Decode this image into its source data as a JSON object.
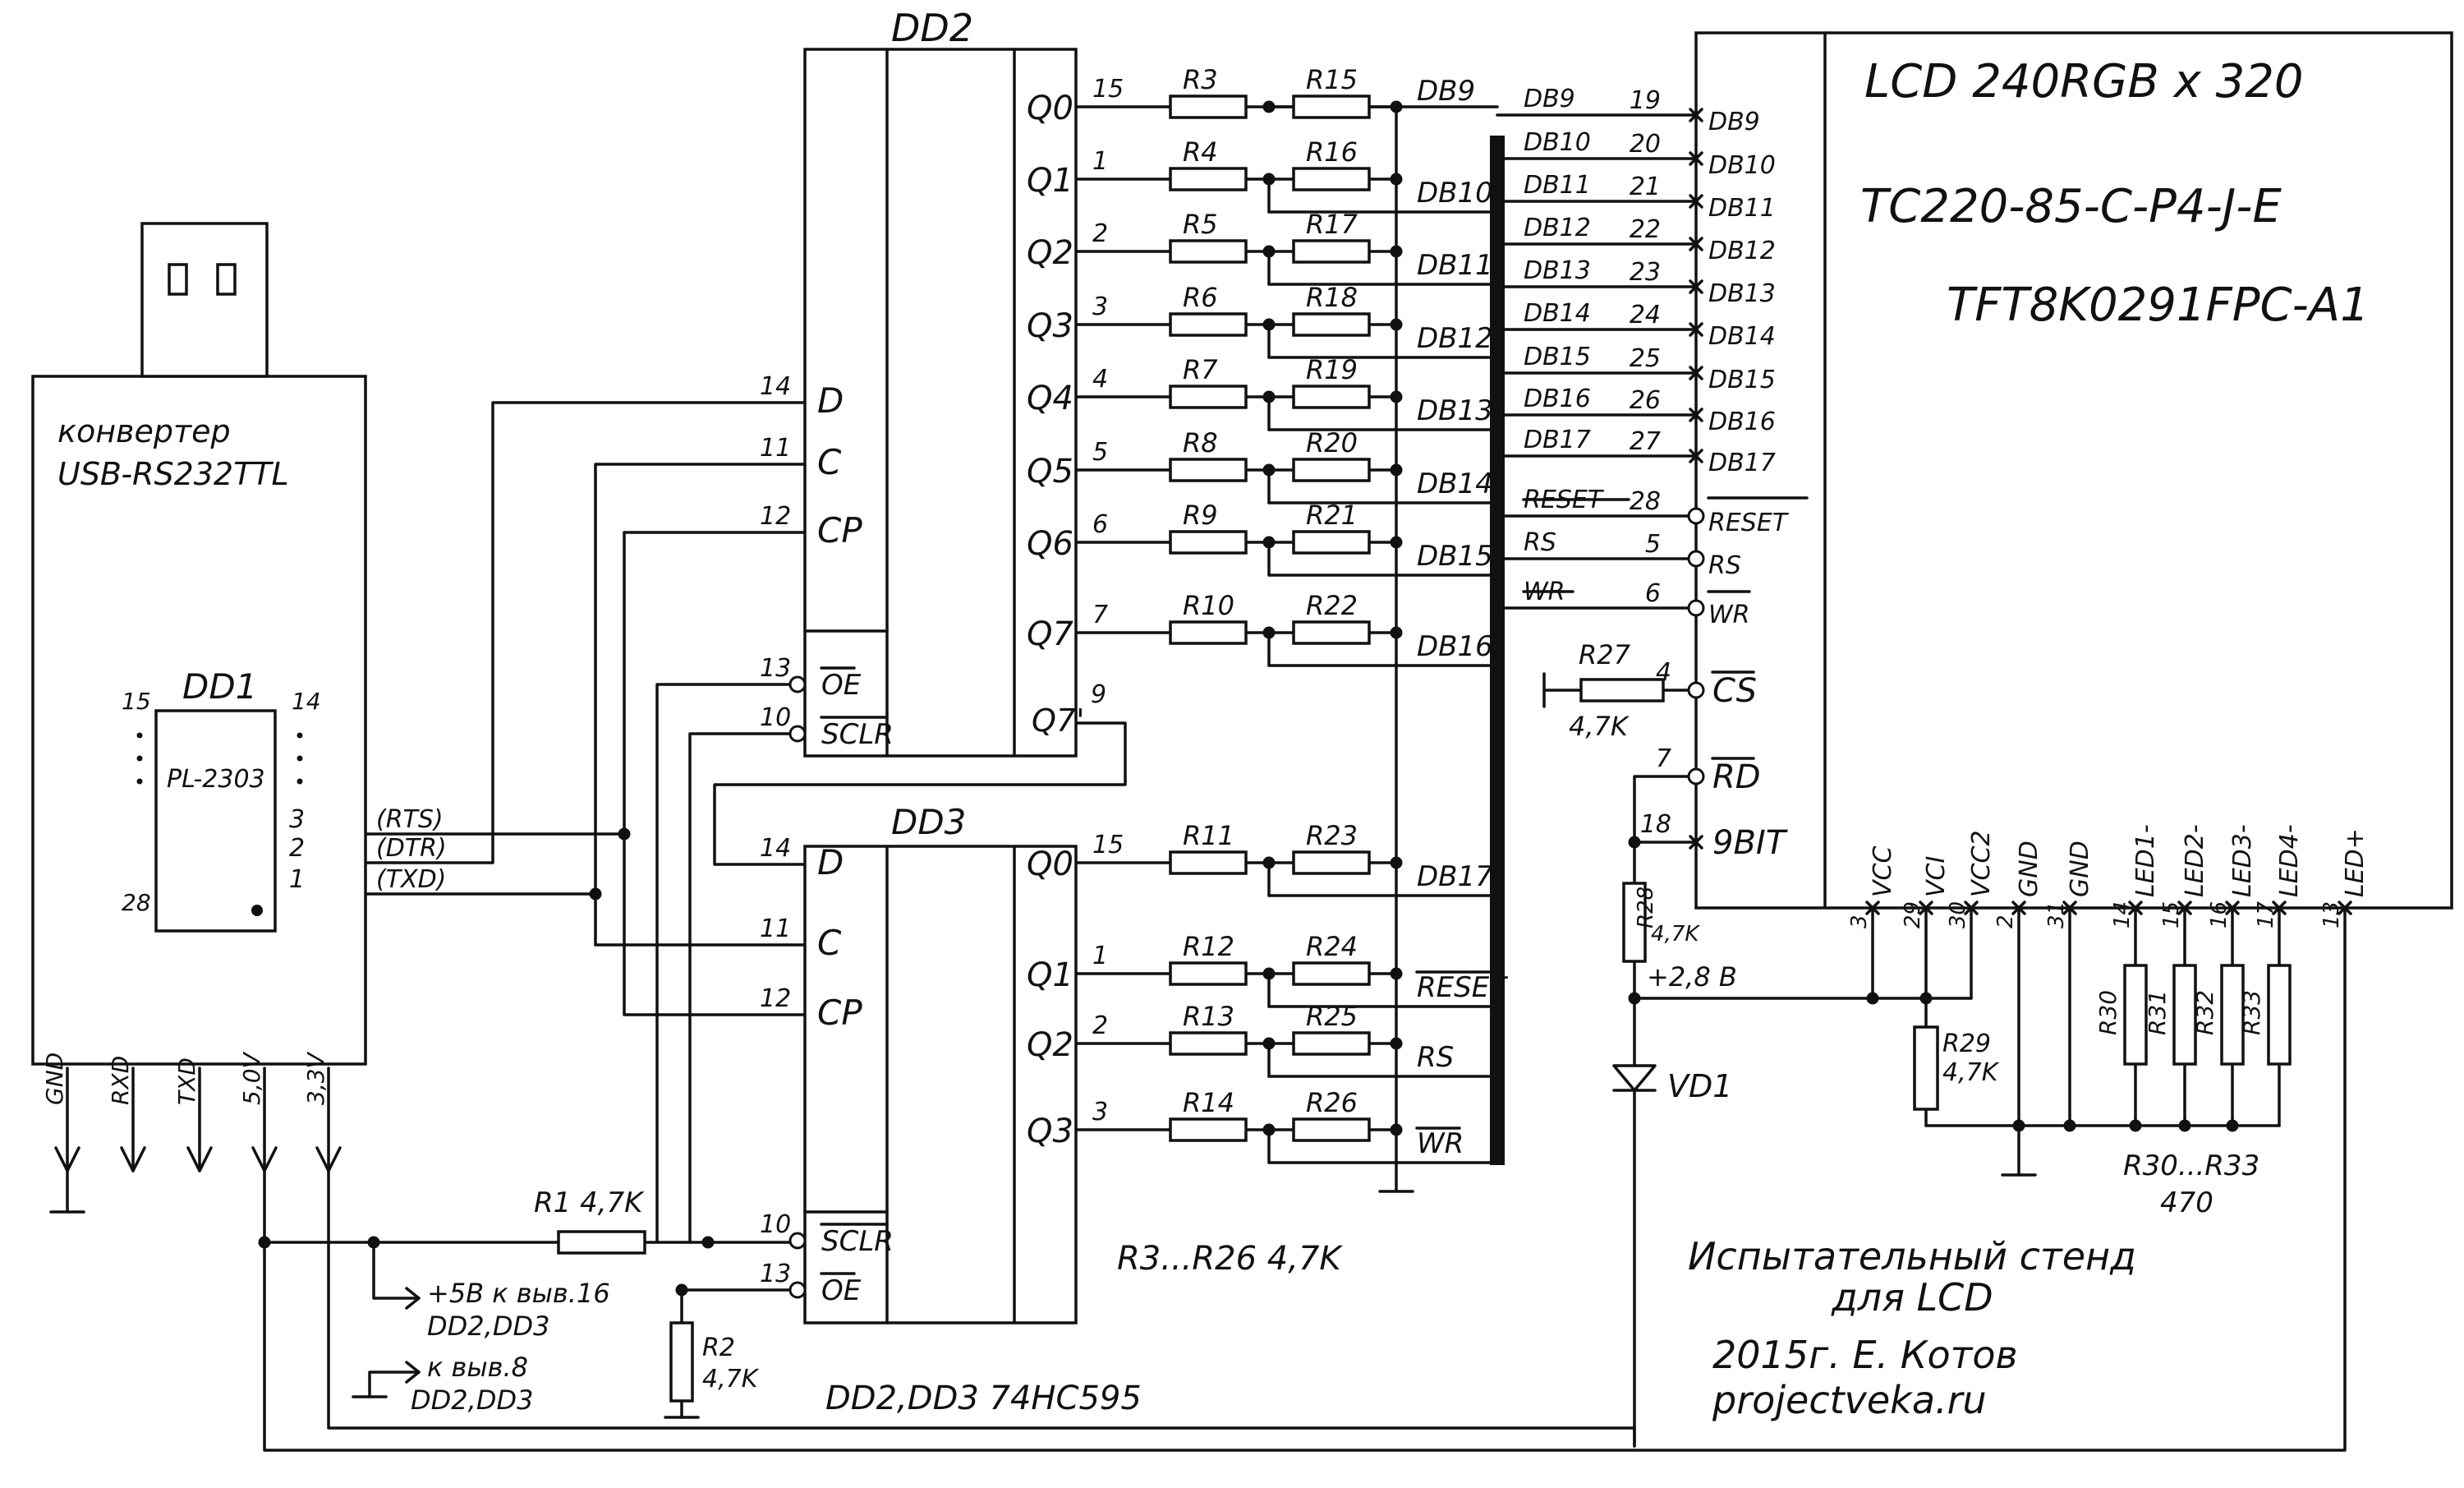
{
  "chips": {
    "dd1": {
      "name": "DD1",
      "part": "PL-2303",
      "pin_tl": "15",
      "pin_tr": "14",
      "pin_bl": "28",
      "pins": [
        {
          "num": "3",
          "sig": "(RTS)"
        },
        {
          "num": "2",
          "sig": "(DTR)"
        },
        {
          "num": "1",
          "sig": "(TXD)"
        }
      ]
    },
    "dd2": {
      "name": "DD2"
    },
    "dd3": {
      "name": "DD3"
    },
    "shift_in_pins": [
      {
        "num": "14",
        "label": "D"
      },
      {
        "num": "11",
        "label": "C"
      },
      {
        "num": "12",
        "label": "CP"
      }
    ],
    "dd2_ctrl_pins": [
      {
        "num": "13",
        "label": "OE"
      },
      {
        "num": "10",
        "label": "SCLR"
      }
    ],
    "dd3_ctrl_pins": [
      {
        "num": "10",
        "label": "SCLR"
      },
      {
        "num": "13",
        "label": "OE"
      }
    ],
    "dd2_q7s": {
      "num": "9",
      "label": "Q7'"
    }
  },
  "converter": {
    "title_line1": "конвертер",
    "title_line2": "USB-RS232TTL",
    "pins": [
      "GND",
      "RXD",
      "TXD",
      "5,0V",
      "3,3V"
    ]
  },
  "dd2_outputs": [
    {
      "q": "Q0",
      "pin": "15",
      "r1": "R3",
      "r2": "R15",
      "net": "DB9"
    },
    {
      "q": "Q1",
      "pin": "1",
      "r1": "R4",
      "r2": "R16",
      "net": "DB10"
    },
    {
      "q": "Q2",
      "pin": "2",
      "r1": "R5",
      "r2": "R17",
      "net": "DB11"
    },
    {
      "q": "Q3",
      "pin": "3",
      "r1": "R6",
      "r2": "R18",
      "net": "DB12"
    },
    {
      "q": "Q4",
      "pin": "4",
      "r1": "R7",
      "r2": "R19",
      "net": "DB13"
    },
    {
      "q": "Q5",
      "pin": "5",
      "r1": "R8",
      "r2": "R20",
      "net": "DB14"
    },
    {
      "q": "Q6",
      "pin": "6",
      "r1": "R9",
      "r2": "R21",
      "net": "DB15"
    },
    {
      "q": "Q7",
      "pin": "7",
      "r1": "R10",
      "r2": "R22",
      "net": "DB16"
    }
  ],
  "dd3_outputs": [
    {
      "q": "Q0",
      "pin": "15",
      "r1": "R11",
      "r2": "R23",
      "net": "DB17"
    },
    {
      "q": "Q1",
      "pin": "1",
      "r1": "R12",
      "r2": "R24",
      "net": "RESET"
    },
    {
      "q": "Q2",
      "pin": "2",
      "r1": "R13",
      "r2": "R25",
      "net": "RS"
    },
    {
      "q": "Q3",
      "pin": "3",
      "r1": "R14",
      "r2": "R26",
      "net": "WR"
    }
  ],
  "lcd": {
    "title1": "LCD 240RGB x 320",
    "title2": "TC220-85-C-P4-J-E",
    "title3": "TFT8K0291FPC-A1",
    "left_pins": [
      {
        "net": "DB9",
        "num": "19",
        "label": "DB9"
      },
      {
        "net": "DB10",
        "num": "20",
        "label": "DB10"
      },
      {
        "net": "DB11",
        "num": "21",
        "label": "DB11"
      },
      {
        "net": "DB12",
        "num": "22",
        "label": "DB12"
      },
      {
        "net": "DB13",
        "num": "23",
        "label": "DB13"
      },
      {
        "net": "DB14",
        "num": "24",
        "label": "DB14"
      },
      {
        "net": "DB15",
        "num": "25",
        "label": "DB15"
      },
      {
        "net": "DB16",
        "num": "26",
        "label": "DB16"
      },
      {
        "net": "DB17",
        "num": "27",
        "label": "DB17"
      },
      {
        "net": "RESET",
        "num": "28",
        "label": "RESET"
      },
      {
        "net": "RS",
        "num": "5",
        "label": "RS"
      },
      {
        "net": "WR",
        "num": "6",
        "label": "WR"
      }
    ],
    "ctrl_pins": [
      {
        "num": "4",
        "label": "CS"
      },
      {
        "num": "7",
        "label": "RD"
      },
      {
        "num": "18",
        "label": "9BIT"
      }
    ],
    "bottom_pins": [
      {
        "num": "3",
        "label": "VCC"
      },
      {
        "num": "29",
        "label": "VCI"
      },
      {
        "num": "30",
        "label": "VCC2"
      },
      {
        "num": "2",
        "label": "GND"
      },
      {
        "num": "31",
        "label": "GND"
      },
      {
        "num": "14",
        "label": "LED1-"
      },
      {
        "num": "15",
        "label": "LED2-"
      },
      {
        "num": "16",
        "label": "LED3-"
      },
      {
        "num": "17",
        "label": "LED4-"
      },
      {
        "num": "13",
        "label": "LED+"
      }
    ]
  },
  "parts": {
    "r1": {
      "name": "R1 4,7K"
    },
    "r2": {
      "name": "R2",
      "value": "4,7K"
    },
    "r27": {
      "name": "R27",
      "value": "4,7K"
    },
    "r28": {
      "name": "R28",
      "value": "4,7K"
    },
    "r29": {
      "name": "R29",
      "value": "4,7K"
    },
    "r30_33": [
      "R30",
      "R31",
      "R32",
      "R33"
    ],
    "vd1": "VD1",
    "v28": "+2,8 В"
  },
  "notes": {
    "pwr16_a": "+5В к выв.16",
    "pwr16_b": "DD2,DD3",
    "gnd8_a": "к выв.8",
    "gnd8_b": "DD2,DD3",
    "rvals": "R3...R26  4,7K",
    "chips": "DD2,DD3  74HC595",
    "r30val_a": "R30...R33",
    "r30val_b": "470",
    "title_a": "Испытательный  стенд",
    "title_b": "для LCD",
    "author": "2015г.   Е. Котов",
    "site": "projectveka.ru"
  }
}
